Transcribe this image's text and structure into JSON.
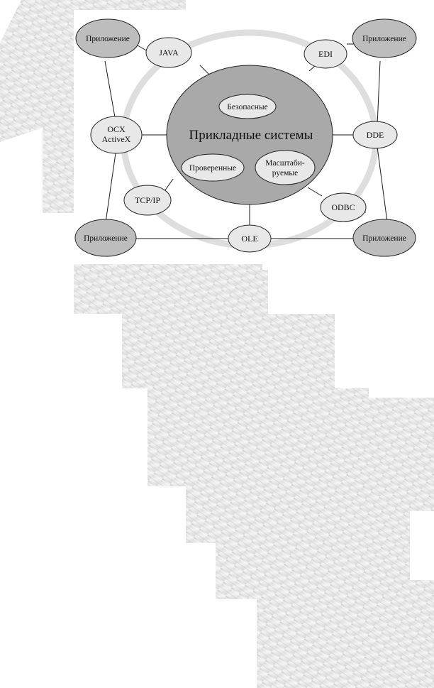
{
  "diagram": {
    "center": {
      "title": "Прикладные системы",
      "sub_top": "Безопасные",
      "sub_left": "Проверенные",
      "sub_right_line1": "Масштаби-",
      "sub_right_line2": "руемые"
    },
    "protocols": {
      "java": "JAVA",
      "edi": "EDI",
      "ocx_line1": "OCX",
      "ocx_line2": "ActiveX",
      "dde": "DDE",
      "tcpip": "TCP/IP",
      "odbc": "ODBC",
      "ole": "OLE"
    },
    "apps": {
      "top_left": "Приложение",
      "top_right": "Приложение",
      "bottom_left": "Приложение",
      "bottom_right": "Приложение"
    },
    "colors": {
      "center_fill": "#a9a9a9",
      "node_fill": "#e8e8e8",
      "app_fill": "#bdbdbd",
      "ring": "#dedede",
      "line": "#1a1a1a"
    }
  }
}
